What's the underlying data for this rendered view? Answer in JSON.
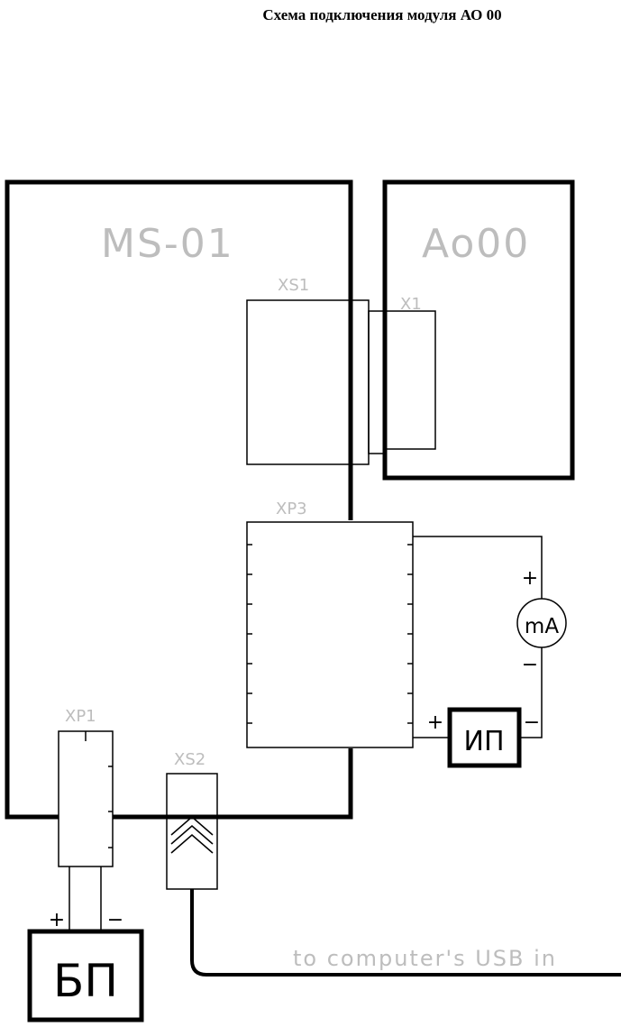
{
  "title": "Схема подключения модуля АО 00",
  "blocks": {
    "main_board": "MS-01",
    "module": "Ao00"
  },
  "connectors": {
    "xs1": "XS1",
    "x1": "X1",
    "xp3": "XP3",
    "xp1": "XP1",
    "xs2": "XS2"
  },
  "devices": {
    "ammeter": "mA",
    "power_source": "ИП",
    "power_supply": "БП"
  },
  "polarity": {
    "plus": "+",
    "minus": "−"
  },
  "usb_note": "to computer's USB in"
}
